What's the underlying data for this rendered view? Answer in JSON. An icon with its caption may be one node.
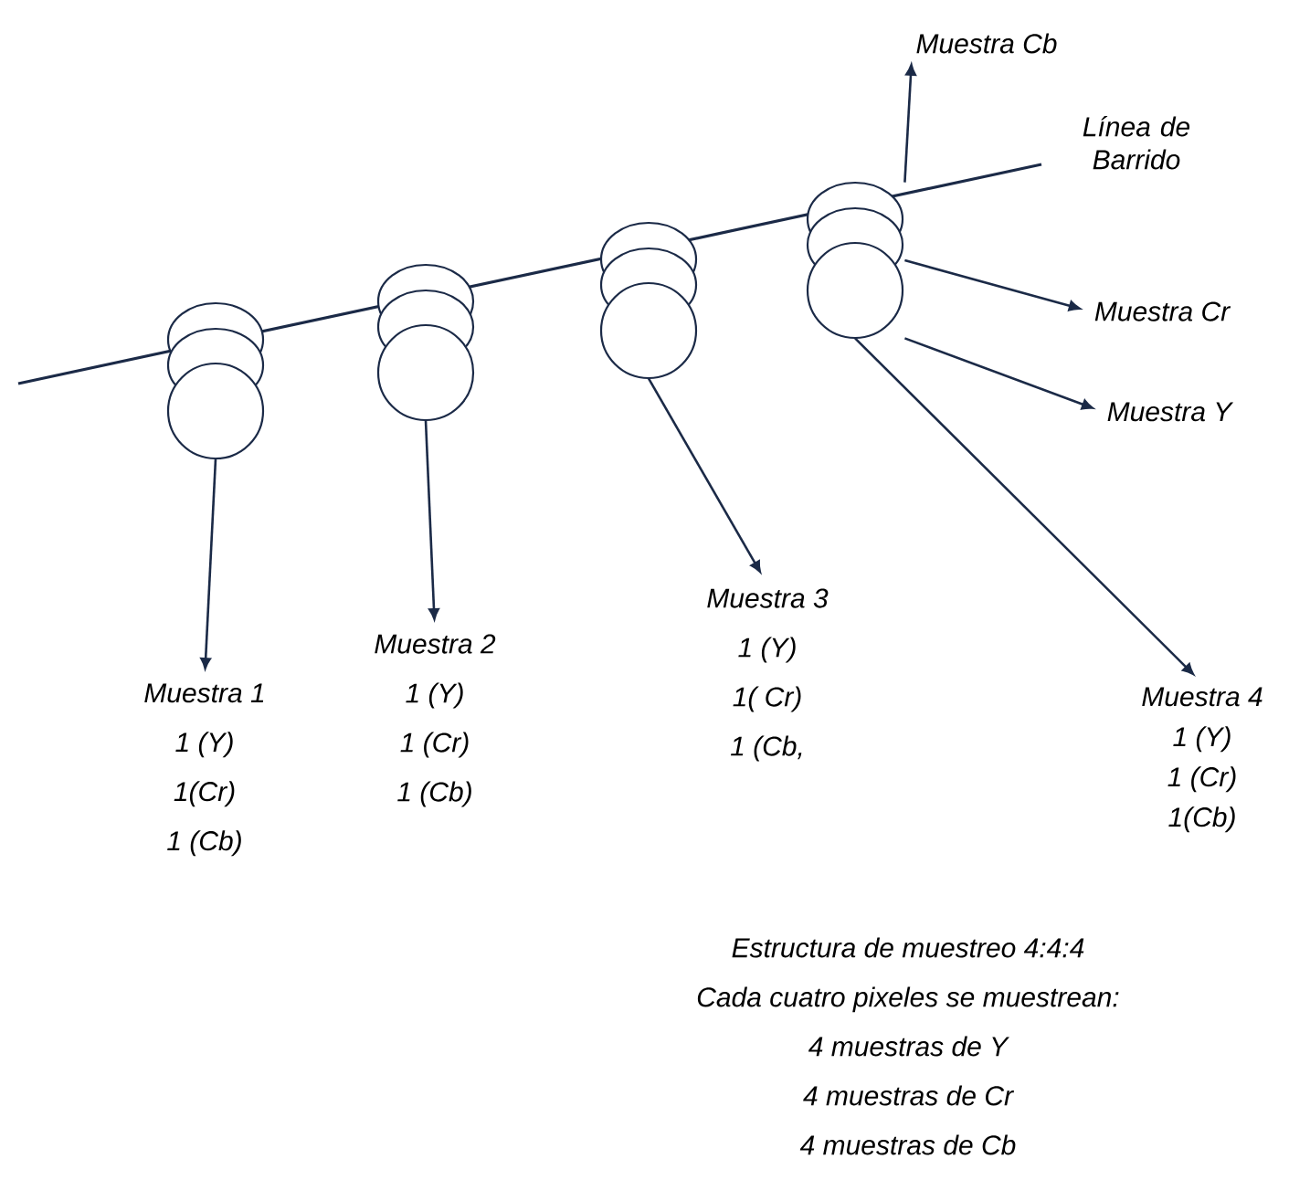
{
  "diagram": {
    "nodes": [
      {
        "text": [],
        "shape": "circle"
      },
      {
        "text": [],
        "shape": "circle"
      },
      {
        "text": [],
        "shape": "circle"
      },
      {
        "text": [],
        "shape": "circle"
      },
      {
        "text": [
          "Muestra Cb"
        ]
      },
      {
        "text": [
          "Muestra Cr"
        ]
      },
      {
        "text": [
          "Muestra Y"
        ]
      },
      {
        "text": [
          "Muestra 1",
          "1 (Y)",
          "1(Cr)",
          "1 (Cb)"
        ]
      },
      {
        "text": [
          "Muestra 2",
          "1 (Y)",
          "1 (Cr)",
          "1 (Cb)"
        ]
      },
      {
        "text": [
          "Muestra 3",
          "1 (Y)",
          "1( Cr)",
          "1 (Cb,"
        ]
      },
      {
        "text": [
          "Muestra 4",
          "1 (Y)",
          "1 (Cr)",
          "1(Cb)"
        ]
      }
    ],
    "edges": [
      {
        "from": 0,
        "to": 7,
        "arrow": "to"
      },
      {
        "from": 1,
        "to": 8,
        "arrow": "to"
      },
      {
        "from": 2,
        "to": 9,
        "arrow": "to"
      },
      {
        "from": 3,
        "to": 10,
        "arrow": "to"
      },
      {
        "from": 3,
        "to": 4,
        "arrow": "to"
      },
      {
        "from": 3,
        "to": 5,
        "arrow": "to"
      },
      {
        "from": 3,
        "to": 6,
        "arrow": "to"
      }
    ],
    "labels": [
      "Línea de Barrido",
      "Estructura de muestreo 4:4:4",
      "Cada cuatro pixeles se muestrean:",
      "4 muestras de Y",
      "4 muestras de Cr",
      "4 muestras de Cb"
    ]
  }
}
